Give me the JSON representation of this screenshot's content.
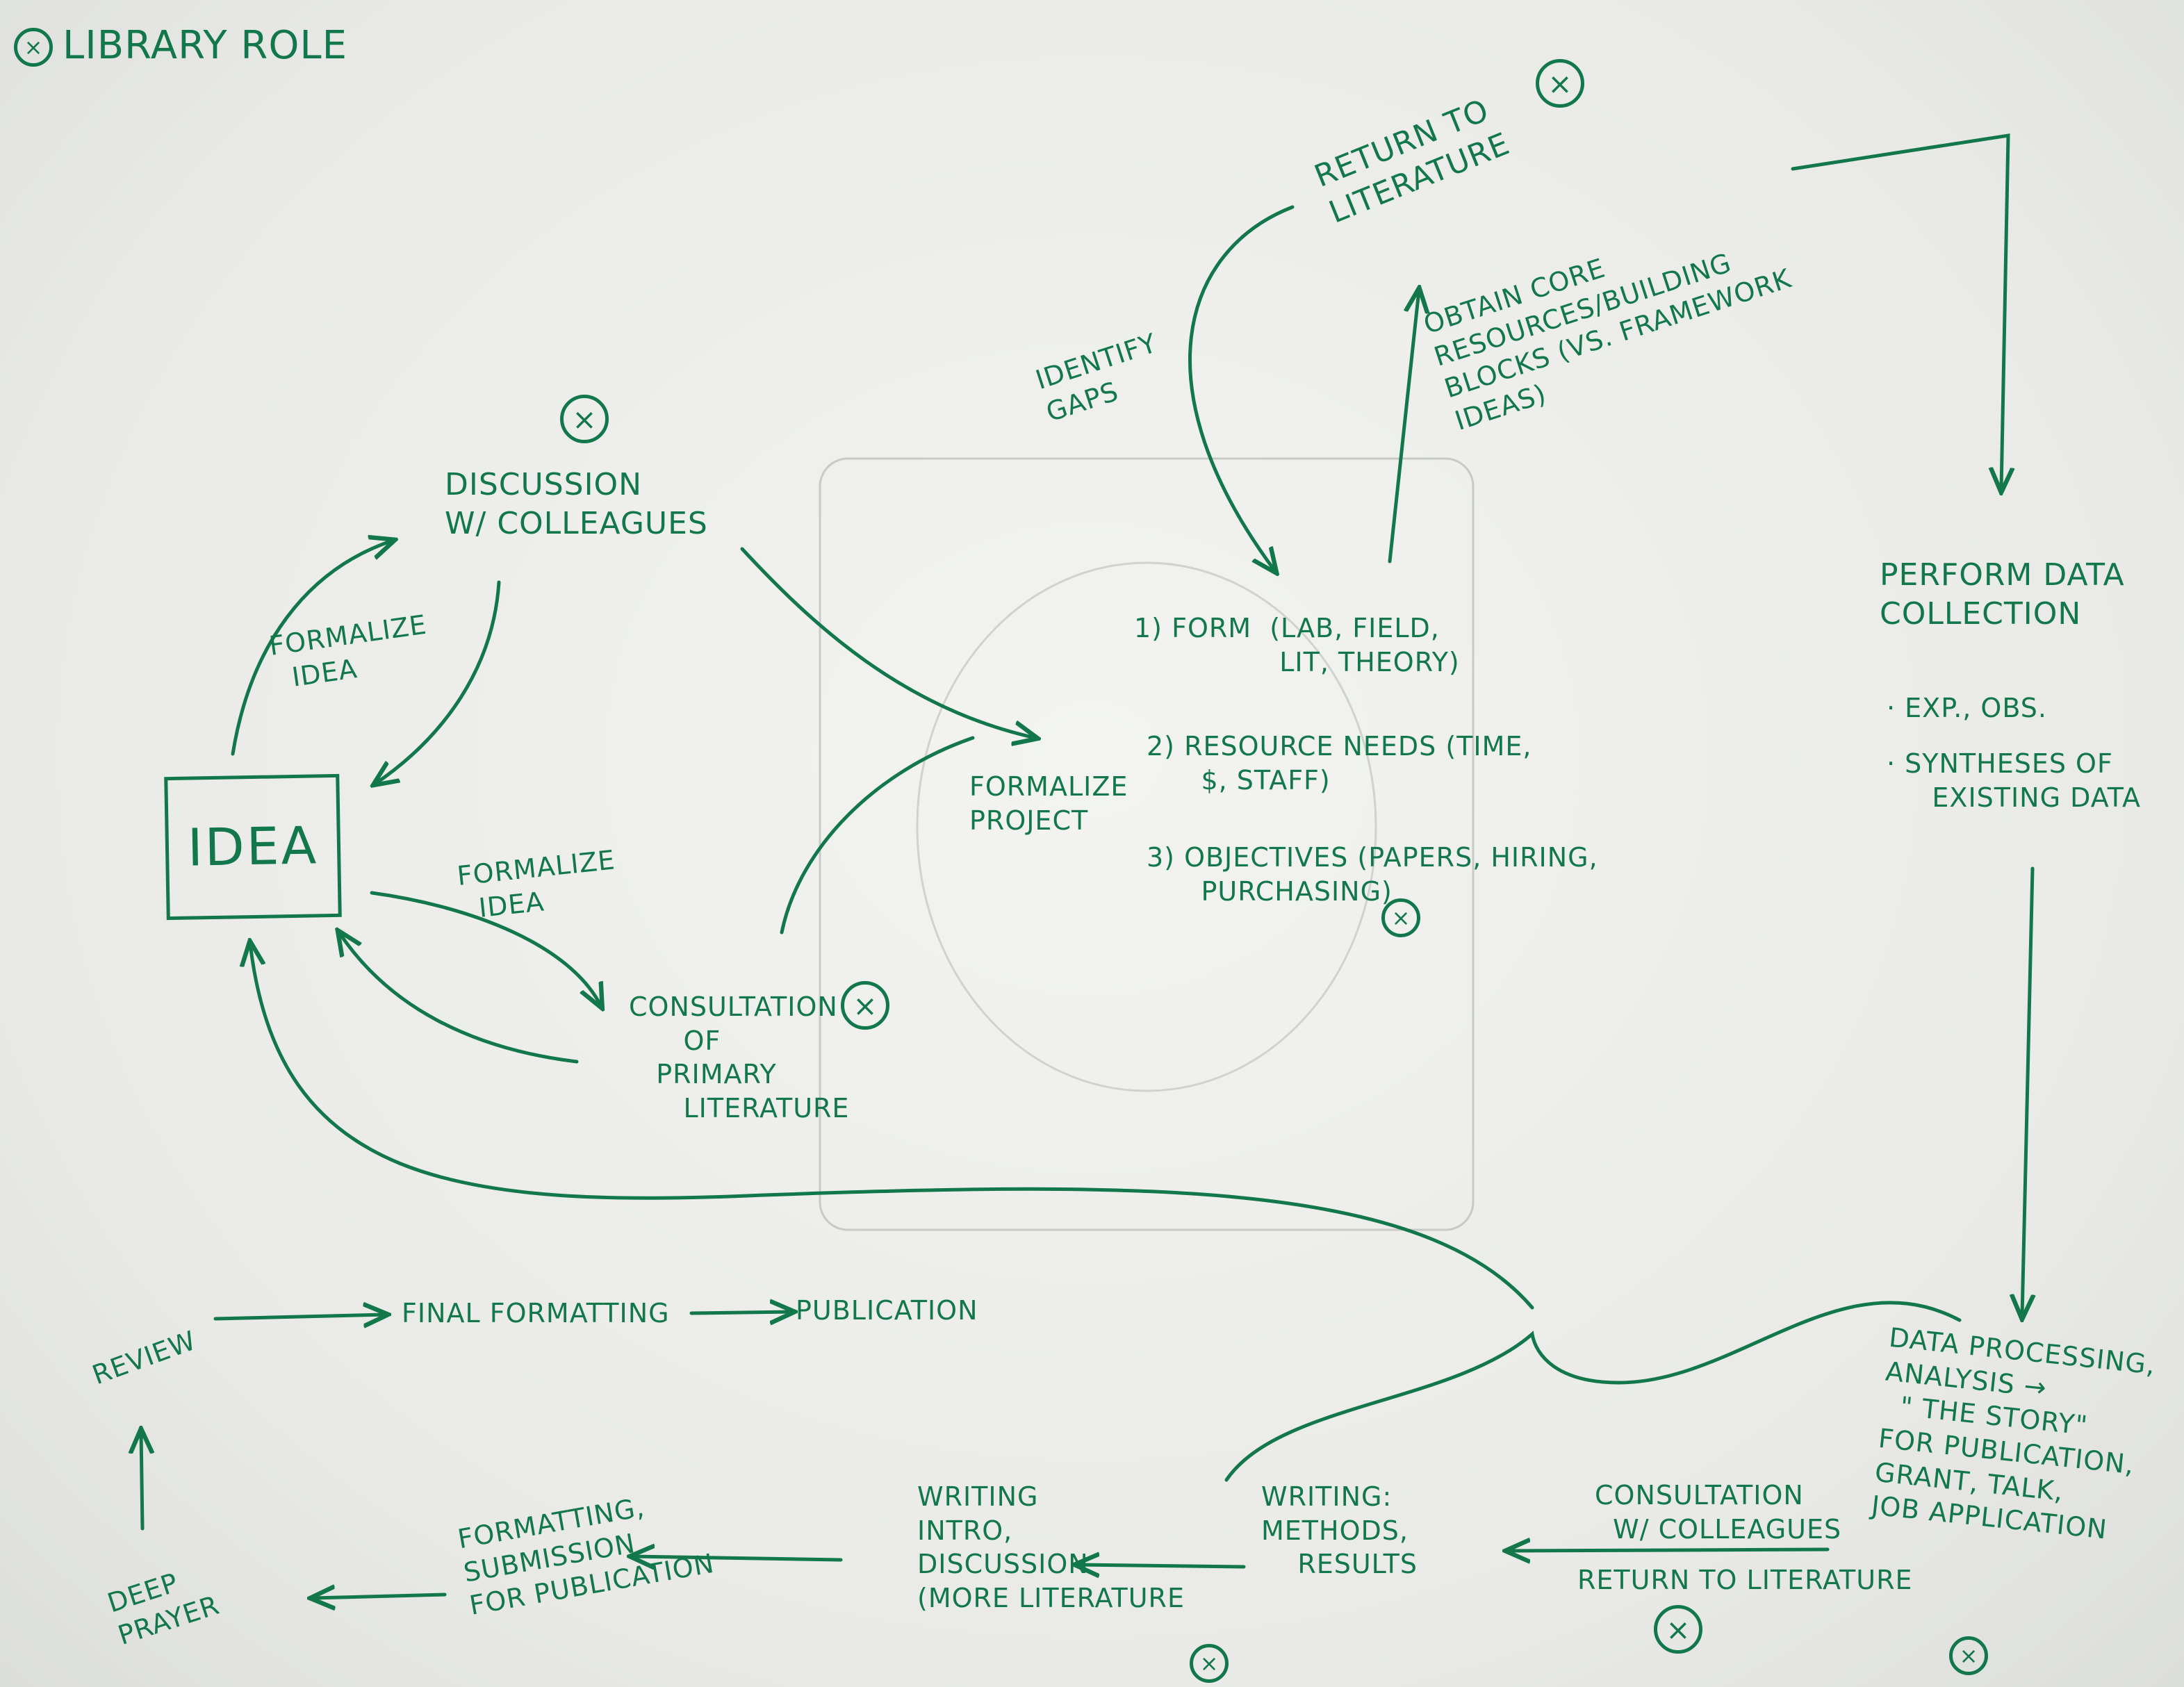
{
  "title": "LIBRARY ROLE",
  "marker_glyph": "×",
  "ink_color": "#12774a",
  "paper_color": "#ecedea",
  "nodes": {
    "idea": "IDEA",
    "discussion": "DISCUSSION\nw/ COLLEAGUES",
    "consultation_primary": "CONSULTATION\n      OF\n   PRIMARY\n      LITERATURE",
    "formalize_project": "FORMALIZE\nPROJECT",
    "plan_form": "1) FORM  (LAB, FIELD,\n                LIT, THEORY)",
    "plan_resources": "2) RESOURCE NEEDS (TIME,\n      $, STAFF)",
    "plan_objectives": "3) OBJECTIVES (PAPERS, HIRING,\n      PURCHASING)",
    "identify_gaps": "IDENTIFY\nGAPS",
    "return_to_literature_top": "RETURN TO\nLITERATURE",
    "obtain_core": "OBTAIN CORE\nRESOURCES/BUILDING\nBLOCKS (VS. FRAMEWORK\nIDEAS)",
    "perform_data": "PERFORM DATA\nCOLLECTION",
    "data_bullet_1": "· EXP., OBS.",
    "data_bullet_2": "· SYNTHESES OF\n     EXISTING DATA",
    "data_processing": "DATA PROCESSING,\nANALYSIS →\n  \" THE STORY\"\nFOR PUBLICATION,\nGRANT, TALK,\nJOB APPLICATION",
    "consultation_colleagues": "CONSULTATION\n  W/ COLLEAGUES",
    "return_to_literature_bottom": "RETURN TO LITERATURE",
    "writing_methods": "WRITING:\nMETHODS,\n    RESULTS",
    "writing_intro": "WRITING\nINTRO,\nDISCUSSION\n(MORE LITERATURE",
    "formatting_submission": "FORMATTING,\nSUBMISSION\nFOR PUBLICATION",
    "deep_prayer": "DEEP\nPRAYER",
    "review": "REVIEW",
    "final_formatting": "FINAL FORMATTING",
    "publication": "PUBLICATION"
  },
  "edge_labels": {
    "formalize_idea_upper": "FORMALIZE\n  IDEA",
    "formalize_idea_lower": "FORMALIZE\n  IDEA"
  }
}
